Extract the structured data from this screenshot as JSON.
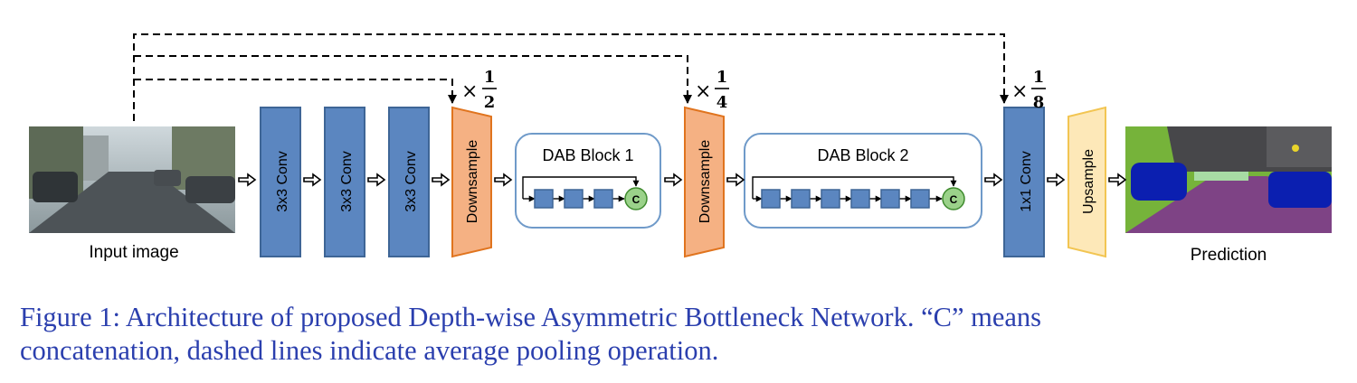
{
  "input_label": "Input image",
  "prediction_label": "Prediction",
  "conv_blocks": [
    "3x3 Conv",
    "3x3 Conv",
    "3x3 Conv"
  ],
  "downsample_label": "Downsample",
  "dab_block_1": {
    "title": "DAB Block 1",
    "units": 3
  },
  "dab_block_2": {
    "title": "DAB Block 2",
    "units": 6
  },
  "concat_symbol": "C",
  "conv_1x1_label": "1x1 Conv",
  "upsample_label": "Upsample",
  "times_symbol": "×",
  "scale_factors": [
    {
      "numerator": "1",
      "denominator": "2"
    },
    {
      "numerator": "1",
      "denominator": "4"
    },
    {
      "numerator": "1",
      "denominator": "8"
    }
  ],
  "caption": {
    "line1": "Figure 1: Architecture of proposed Depth-wise Asymmetric Bottleneck Network. “C” means",
    "line2": "concatenation, dashed lines indicate average pooling operation."
  },
  "colors": {
    "conv_fill": "#5b86c0",
    "conv_stroke": "#3e6596",
    "downsample_fill": "#f5b183",
    "downsample_stroke": "#e0741e",
    "upsample_fill": "#fde8b8",
    "upsample_stroke": "#f2c552",
    "concat_fill": "#9bd28a",
    "concat_stroke": "#3f8b2e",
    "block_stroke": "#6f9ac9",
    "caption_text": "#2b3fae"
  }
}
